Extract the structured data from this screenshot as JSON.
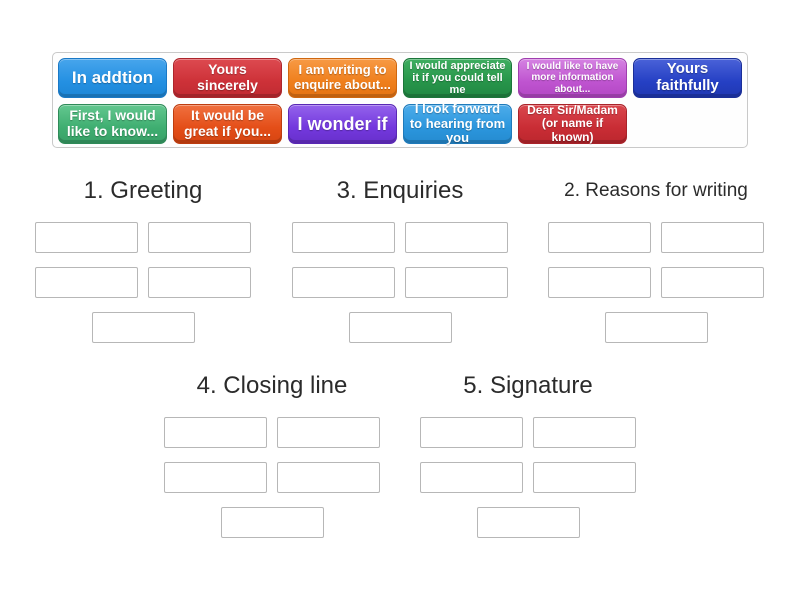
{
  "tray": {
    "rows": [
      [
        {
          "label": "In addtion",
          "font_px": 17,
          "colors": {
            "top": "#47a5ec",
            "base": "#2490e2",
            "dark": "#1d86d6",
            "border": "#1a79c6"
          }
        },
        {
          "label": "Yours sincerely",
          "font_px": 14,
          "colors": {
            "top": "#dd4a50",
            "base": "#cd3138",
            "dark": "#c02b32",
            "border": "#ad262c"
          }
        },
        {
          "label": "I am writing to enquire about...",
          "font_px": 13,
          "colors": {
            "top": "#f79a45",
            "base": "#ef7f1c",
            "dark": "#e47314",
            "border": "#cf6710"
          }
        },
        {
          "label": "I would appreciate it if you could tell me",
          "font_px": 11,
          "colors": {
            "top": "#3fae61",
            "base": "#27954a",
            "dark": "#218743",
            "border": "#1c753a"
          }
        },
        {
          "label": "I would like to have more information about...",
          "font_px": 10,
          "colors": {
            "top": "#d582e2",
            "base": "#bf54d0",
            "dark": "#b348c4",
            "border": "#9f3eae"
          }
        },
        {
          "label": "Yours faithfully",
          "font_px": 15,
          "colors": {
            "top": "#4a62d8",
            "base": "#2540c4",
            "dark": "#2038b2",
            "border": "#1b2f98"
          }
        }
      ],
      [
        {
          "label": "First, I would like to know...",
          "font_px": 14,
          "colors": {
            "top": "#63c78f",
            "base": "#3fae71",
            "dark": "#38a067",
            "border": "#2f8a58"
          }
        },
        {
          "label": "It would be great if you...",
          "font_px": 14,
          "colors": {
            "top": "#f0703f",
            "base": "#e44e18",
            "dark": "#d64512",
            "border": "#bd3d10"
          }
        },
        {
          "label": "I wonder if",
          "font_px": 18,
          "colors": {
            "top": "#9463ec",
            "base": "#7338dd",
            "dark": "#6830cc",
            "border": "#5928b4"
          }
        },
        {
          "label": "I look forward to hearing from you",
          "font_px": 13,
          "colors": {
            "top": "#4dacea",
            "base": "#2b96dd",
            "dark": "#258bd0",
            "border": "#1f7aba"
          }
        },
        {
          "label": "Dear Sir/Madam (or name if known)",
          "font_px": 12,
          "colors": {
            "top": "#da464d",
            "base": "#c92d35",
            "dark": "#bc272e",
            "border": "#a9232a"
          }
        }
      ]
    ]
  },
  "groups": [
    {
      "label": "1. Greeting",
      "slot_count": 5
    },
    {
      "label": "3. Enquiries",
      "slot_count": 5
    },
    {
      "label": "2. Reasons for writing",
      "slot_count": 5
    },
    {
      "label": "4. Closing line",
      "slot_count": 5
    },
    {
      "label": "5. Signature",
      "slot_count": 5
    }
  ]
}
